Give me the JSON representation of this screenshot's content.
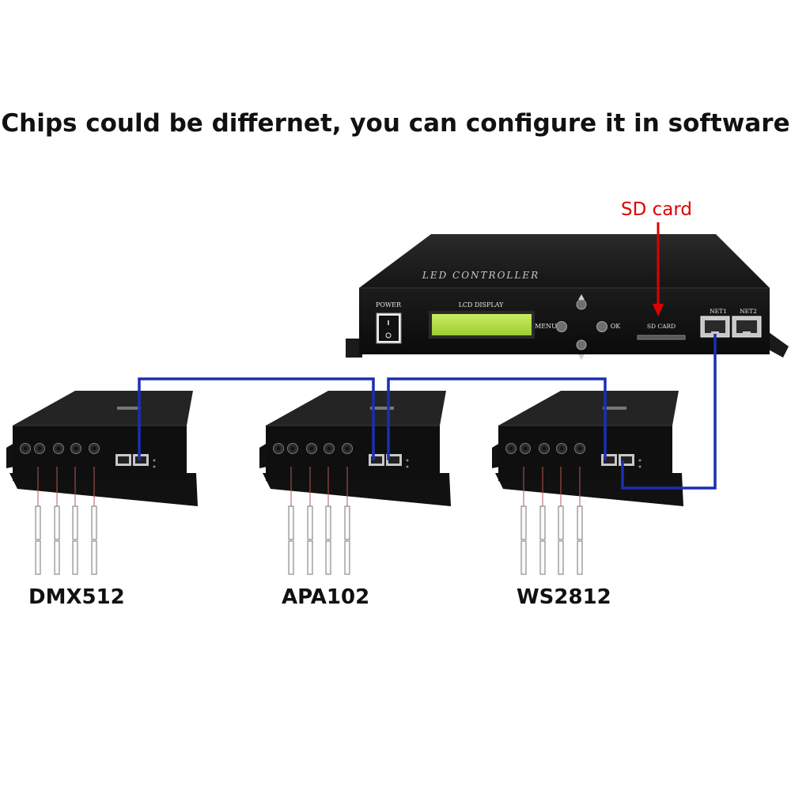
{
  "headline": "Chips could be differnet, you can configure it in software",
  "controller": {
    "title": "LED CONTROLLER",
    "power_label": "POWER",
    "lcd_label": "LCD DISPLAY",
    "menu_label": "MENU",
    "ok_label": "OK",
    "sd_slot_label": "SD CARD",
    "net1_label": "NET1",
    "net2_label": "NET2"
  },
  "callout": {
    "label": "SD card",
    "color": "#e00000"
  },
  "cable_color": "#1a2fb4",
  "lcd_color": "#b6e04a",
  "sub_controllers": [
    {
      "chip": "DMX512"
    },
    {
      "chip": "APA102"
    },
    {
      "chip": "WS2812"
    }
  ]
}
